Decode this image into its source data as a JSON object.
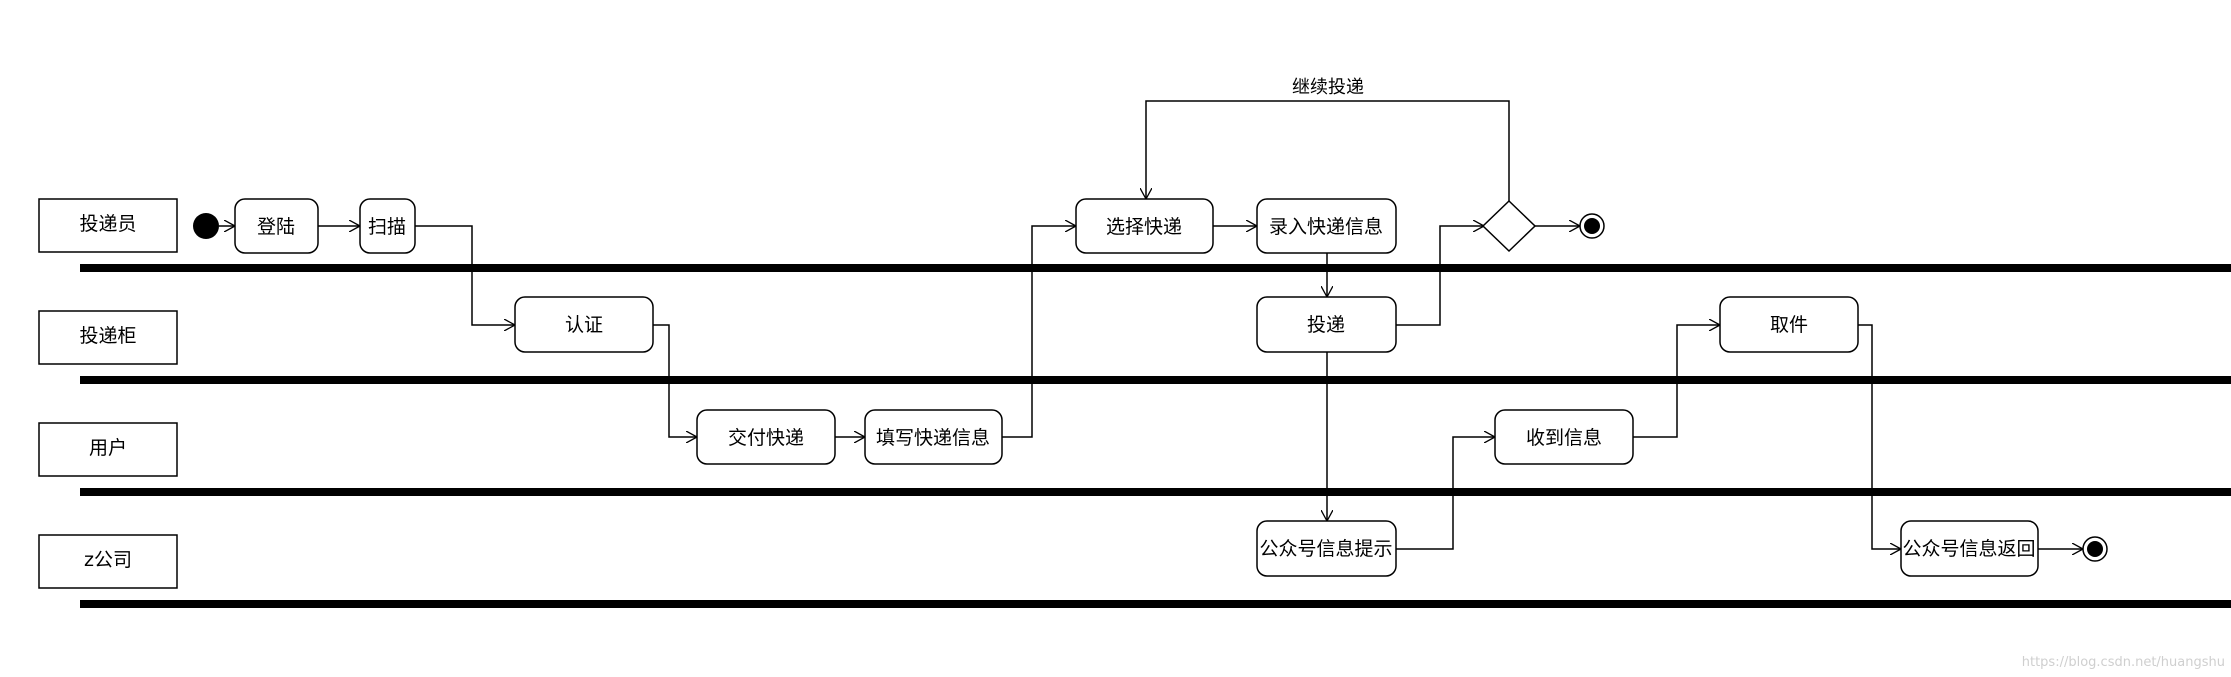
{
  "lanes": [
    {
      "id": "lane-courier",
      "label": "投递员"
    },
    {
      "id": "lane-locker",
      "label": "投递柜"
    },
    {
      "id": "lane-user",
      "label": "用户"
    },
    {
      "id": "lane-company",
      "label": "z公司"
    }
  ],
  "nodes": {
    "login": "登陆",
    "scan": "扫描",
    "auth": "认证",
    "handover": "交付快递",
    "fill_info": "填写快递信息",
    "select": "选择快递",
    "enter_info": "录入快递信息",
    "deliver": "投递",
    "official_notice": "公众号信息提示",
    "receive_info": "收到信息",
    "pickup": "取件",
    "official_return": "公众号信息返回"
  },
  "edge_labels": {
    "continue": "继续投递"
  },
  "watermark": "https://blog.csdn.net/huangshu"
}
